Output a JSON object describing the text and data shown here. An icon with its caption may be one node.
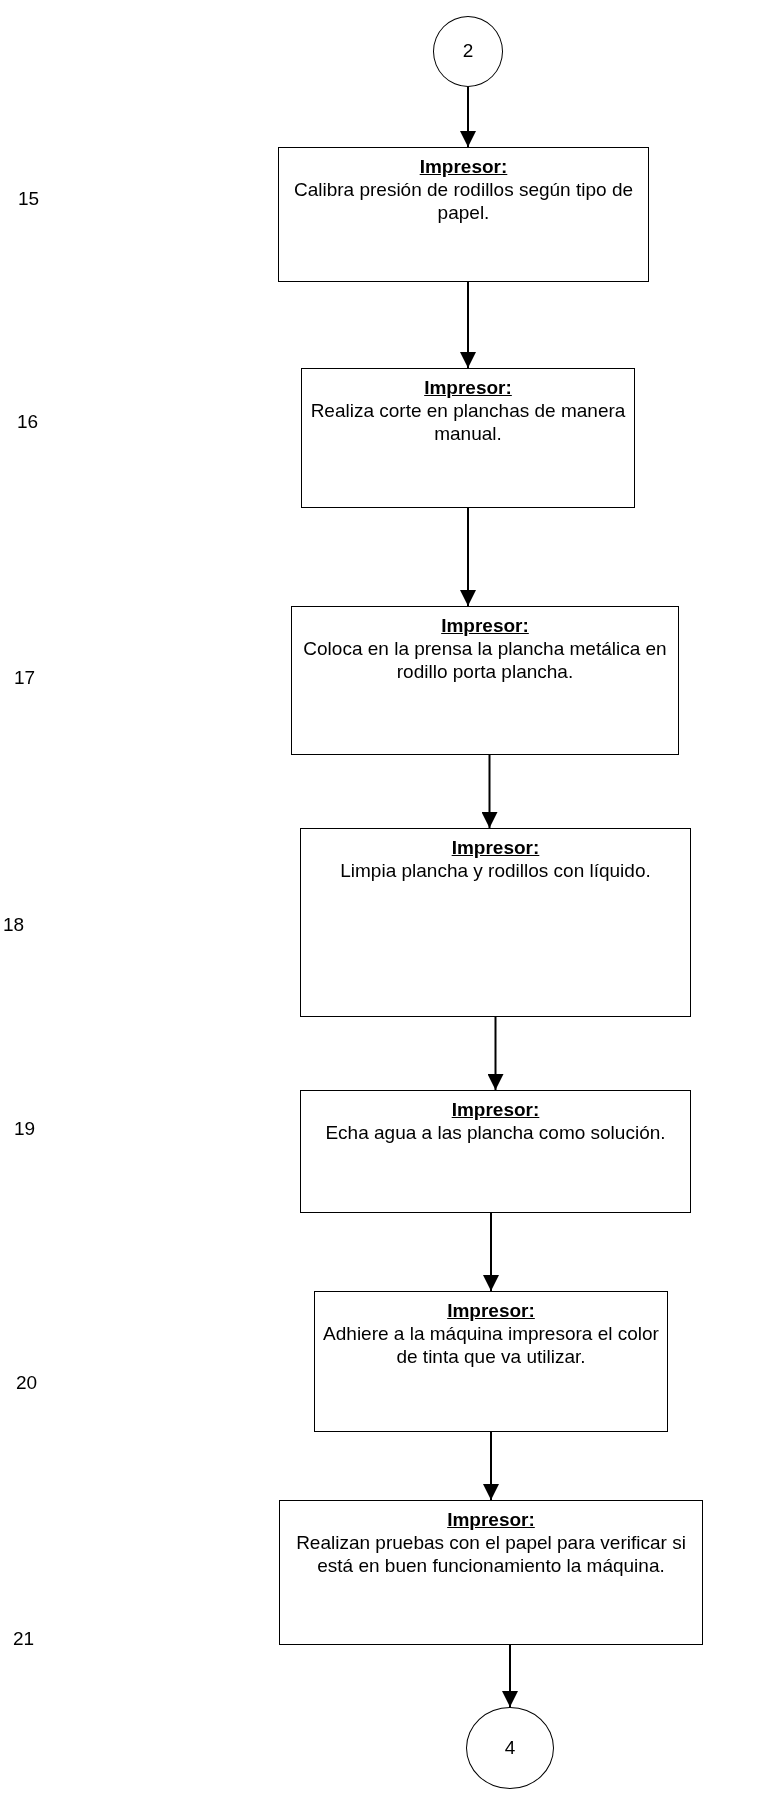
{
  "diagram": {
    "nodes": [
      {
        "text": [
          "2"
        ]
      },
      {
        "text": [
          "Impresor:",
          "Calibra presión de rodillos según tipo de papel."
        ]
      },
      {
        "text": [
          "Impresor:",
          "Realiza corte en planchas de manera manual."
        ]
      },
      {
        "text": [
          "Impresor:",
          "Coloca en la prensa la plancha metálica en rodillo porta plancha."
        ]
      },
      {
        "text": [
          "Impresor:",
          "Limpia plancha y rodillos con líquido."
        ]
      },
      {
        "text": [
          "Impresor:",
          "Echa agua a las plancha como solución."
        ]
      },
      {
        "text": [
          "Impresor:",
          "Adhiere a la máquina impresora el color de tinta que va utilizar."
        ]
      },
      {
        "text": [
          "Impresor:",
          "Realizan pruebas con el papel para verificar si está en buen funcionamiento la máquina."
        ]
      },
      {
        "text": [
          "4"
        ]
      }
    ],
    "edges": [
      {
        "from": 0,
        "to": 1,
        "arrow": "to"
      },
      {
        "from": 1,
        "to": 2,
        "arrow": "to"
      },
      {
        "from": 2,
        "to": 3,
        "arrow": "to"
      },
      {
        "from": 3,
        "to": 4,
        "arrow": "to"
      },
      {
        "from": 4,
        "to": 5,
        "arrow": "to"
      },
      {
        "from": 5,
        "to": 6,
        "arrow": "to"
      },
      {
        "from": 6,
        "to": 7,
        "arrow": "to"
      },
      {
        "from": 7,
        "to": 8,
        "arrow": "to"
      }
    ],
    "labels": [
      "15",
      "16",
      "17",
      "18",
      "19",
      "20",
      "21"
    ]
  }
}
